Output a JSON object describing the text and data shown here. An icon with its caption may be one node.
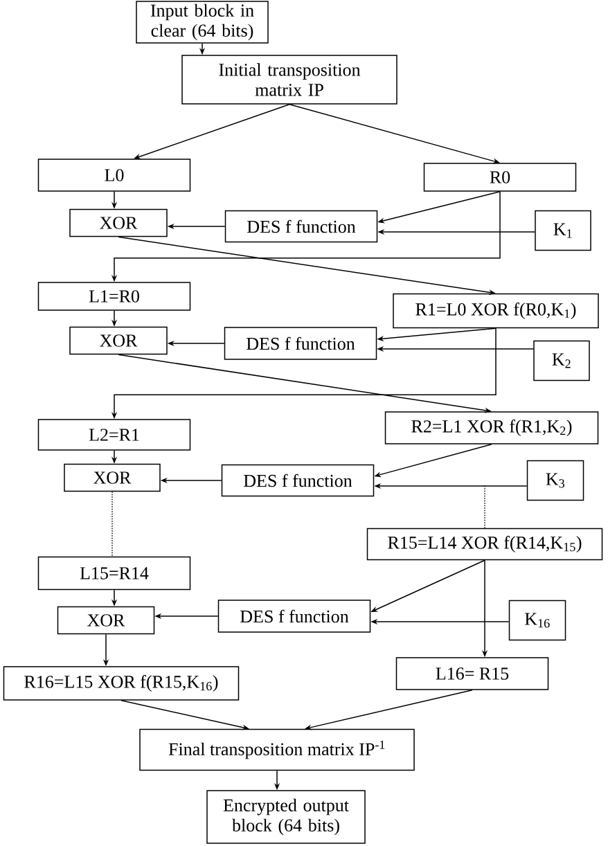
{
  "diagram": {
    "nodes": [
      {
        "text": [
          "Input block in clear (64 bits)"
        ]
      },
      {
        "text": [
          "Initial transposition matrix IP"
        ]
      },
      {
        "text": [
          "L0"
        ]
      },
      {
        "text": [
          "R0"
        ]
      },
      {
        "text": [
          "XOR"
        ]
      },
      {
        "text": [
          "DES f function"
        ]
      },
      {
        "text": [
          "K$_{1}$"
        ]
      },
      {
        "text": [
          "L1=R0"
        ]
      },
      {
        "text": [
          "R1=L0 XOR f(R0,K$_{1}$)"
        ]
      },
      {
        "text": [
          "XOR"
        ]
      },
      {
        "text": [
          "DES f function"
        ]
      },
      {
        "text": [
          "K$_{2}$"
        ]
      },
      {
        "text": [
          "L2=R1"
        ]
      },
      {
        "text": [
          "R2=L1 XOR f(R1,K$_{2}$)"
        ]
      },
      {
        "text": [
          "XOR"
        ]
      },
      {
        "text": [
          "DES f function"
        ]
      },
      {
        "text": [
          "K$_{3}$"
        ]
      },
      {
        "text": [
          "R15=L14 XOR f(R14,K$_{15}$)"
        ]
      },
      {
        "text": [
          "L15=R14"
        ]
      },
      {
        "text": [
          "XOR"
        ]
      },
      {
        "text": [
          "DES f function"
        ]
      },
      {
        "text": [
          "K$_{16}$"
        ]
      },
      {
        "text": [
          "R16=L15 XOR f(R15,K$_{16}$)"
        ]
      },
      {
        "text": [
          "L16= R15"
        ]
      },
      {
        "text": [
          "Final transposition matrix IP$^{-1}$"
        ]
      },
      {
        "text": [
          "Encrypted output block (64 bits)"
        ]
      }
    ],
    "edges": [
      {
        "from": 0,
        "to": 1,
        "arrow": "to"
      },
      {
        "from": 1,
        "to": 2,
        "arrow": "to"
      },
      {
        "from": 1,
        "to": 3,
        "arrow": "to"
      },
      {
        "from": 2,
        "to": 4,
        "arrow": "to"
      },
      {
        "from": 3,
        "to": 5,
        "arrow": "to"
      },
      {
        "from": 6,
        "to": 5,
        "arrow": "to"
      },
      {
        "from": 5,
        "to": 4,
        "arrow": "to"
      },
      {
        "from": 3,
        "to": 7,
        "arrow": "to"
      },
      {
        "from": 4,
        "to": 8,
        "arrow": "to"
      },
      {
        "from": 7,
        "to": 9,
        "arrow": "to"
      },
      {
        "from": 8,
        "to": 10,
        "arrow": "to"
      },
      {
        "from": 11,
        "to": 10,
        "arrow": "to"
      },
      {
        "from": 10,
        "to": 9,
        "arrow": "to"
      },
      {
        "from": 8,
        "to": 12,
        "arrow": "to"
      },
      {
        "from": 9,
        "to": 13,
        "arrow": "to"
      },
      {
        "from": 12,
        "to": 14,
        "arrow": "to"
      },
      {
        "from": 13,
        "to": 15,
        "arrow": "to"
      },
      {
        "from": 16,
        "to": 15,
        "arrow": "to"
      },
      {
        "from": 15,
        "to": 14,
        "arrow": "to"
      },
      {
        "from": 14,
        "to": 18,
        "arrow": "none",
        "style": "dashed"
      },
      {
        "from": null,
        "to": 17,
        "arrow": "none",
        "style": "dashed"
      },
      {
        "from": 18,
        "to": 19,
        "arrow": "to"
      },
      {
        "from": 17,
        "to": 20,
        "arrow": "to"
      },
      {
        "from": 21,
        "to": 20,
        "arrow": "to"
      },
      {
        "from": 20,
        "to": 19,
        "arrow": "to"
      },
      {
        "from": 17,
        "to": 23,
        "arrow": "to"
      },
      {
        "from": 19,
        "to": 22,
        "arrow": "to"
      },
      {
        "from": 22,
        "to": 24,
        "arrow": "to"
      },
      {
        "from": 23,
        "to": 24,
        "arrow": "to"
      },
      {
        "from": 24,
        "to": 25,
        "arrow": "to"
      }
    ]
  }
}
